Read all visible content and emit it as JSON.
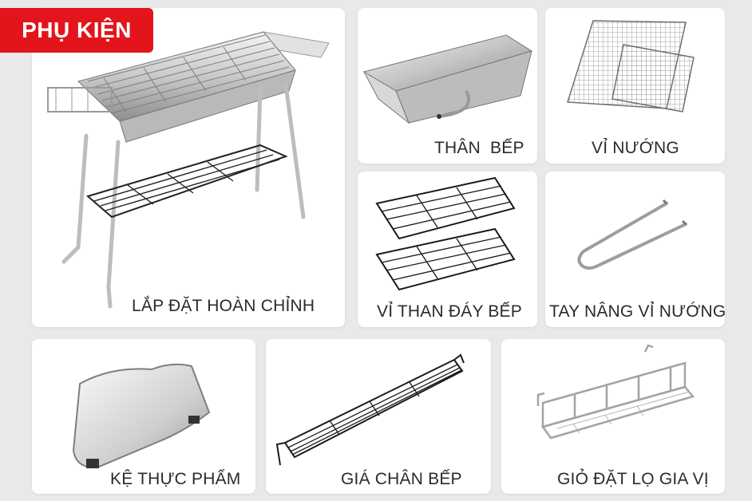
{
  "badge": {
    "label": "PHỤ KIỆN",
    "color": "#e3141c"
  },
  "items": [
    {
      "label": "LẮP ĐẶT HOÀN CHỈNH",
      "icon": "complete-grill-icon"
    },
    {
      "label": "THÂN  BẾP",
      "icon": "grill-body-icon"
    },
    {
      "label": "VỈ NƯỚNG",
      "icon": "grill-grate-icon"
    },
    {
      "label": "VỈ THAN ĐÁY BẾP",
      "icon": "charcoal-grate-icon"
    },
    {
      "label": "TAY NÂNG VỈ NƯỚNG",
      "icon": "grate-lifter-icon"
    },
    {
      "label": "KỆ THỰC PHẨM",
      "icon": "food-shelf-icon"
    },
    {
      "label": "GIÁ CHÂN BẾP",
      "icon": "leg-rack-icon"
    },
    {
      "label": "GIỎ ĐẶT LỌ GIA VỊ",
      "icon": "spice-basket-icon"
    }
  ]
}
